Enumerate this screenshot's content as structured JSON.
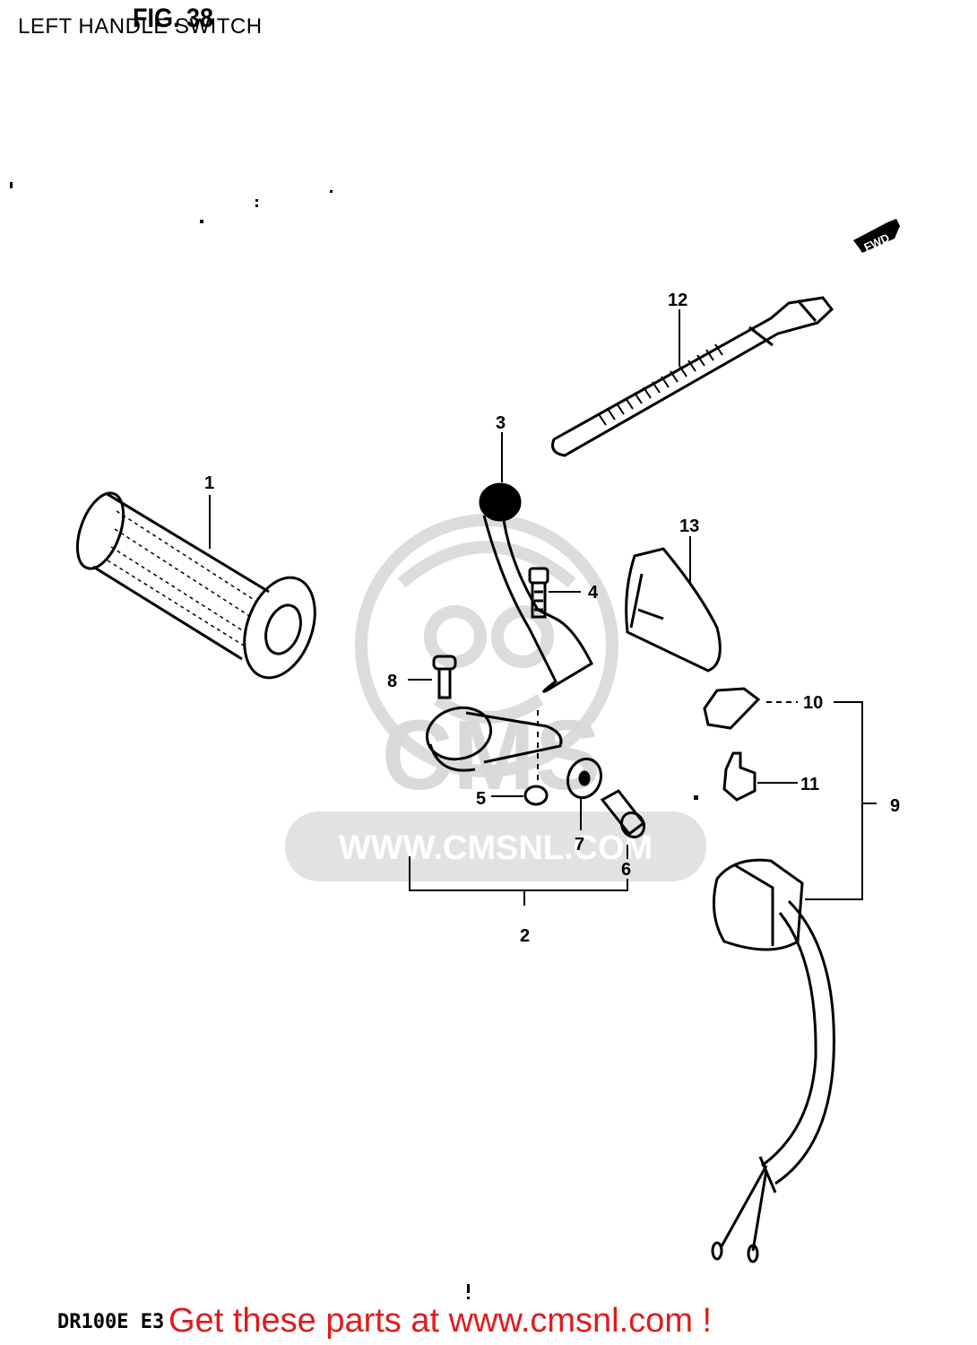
{
  "header": {
    "title": "LEFT HANDLE SWITCH",
    "figure": "FIG. 38"
  },
  "watermark": {
    "url": "WWW.CMSNL.COM",
    "logo_text": "CMS",
    "color": "#d9d9d9"
  },
  "parts": [
    {
      "number": "1"
    },
    {
      "number": "2"
    },
    {
      "number": "3"
    },
    {
      "number": "4"
    },
    {
      "number": "5"
    },
    {
      "number": "6"
    },
    {
      "number": "7"
    },
    {
      "number": "8"
    },
    {
      "number": "9"
    },
    {
      "number": "10"
    },
    {
      "number": "11"
    },
    {
      "number": "12"
    },
    {
      "number": "13"
    }
  ],
  "direction_badge": "FWD",
  "footer": {
    "model_code": "DR100E E3",
    "cta": "Get these parts at www.cmsnl.com !",
    "cta_color": "#e01b1b"
  }
}
